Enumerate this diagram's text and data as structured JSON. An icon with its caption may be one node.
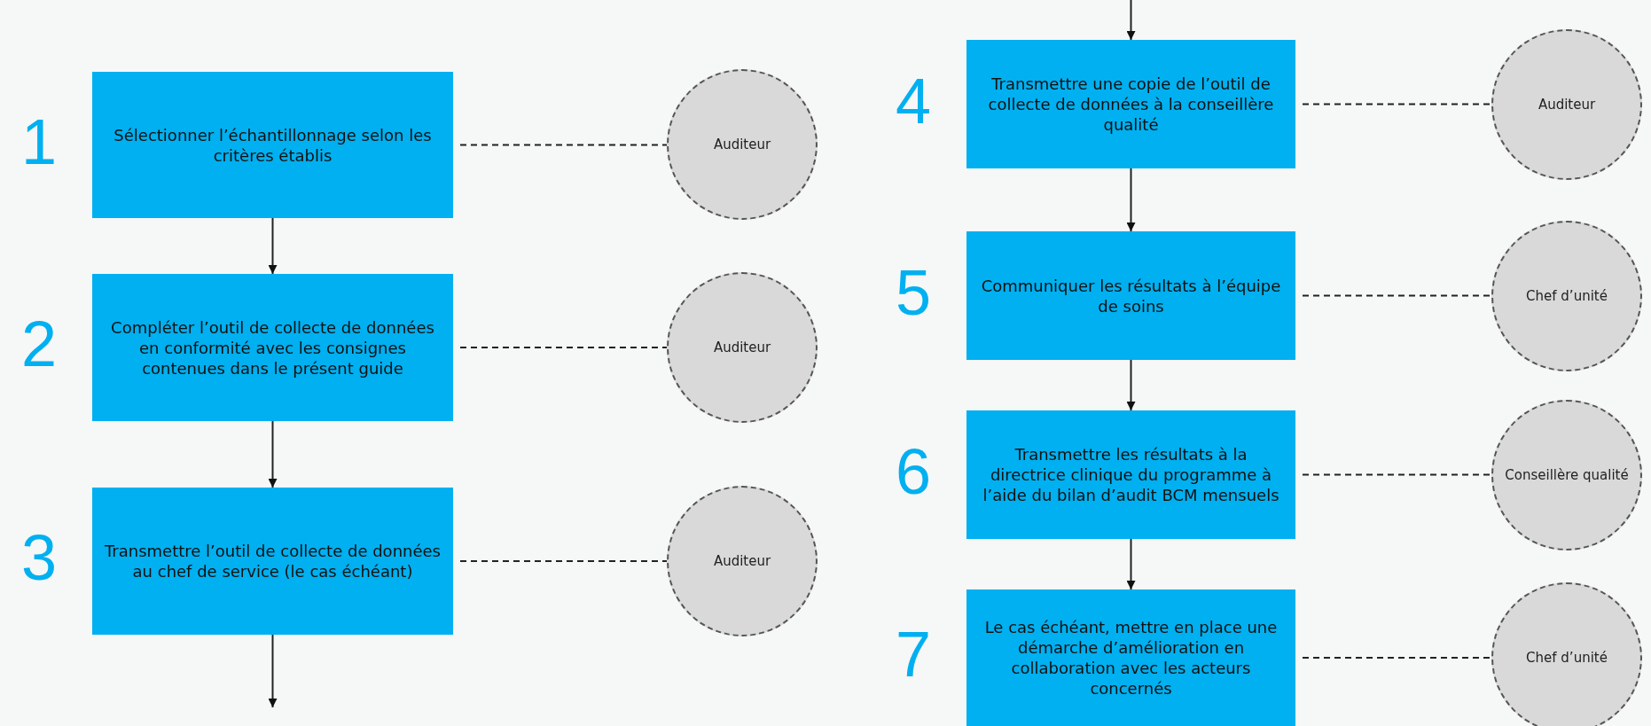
{
  "diagram": {
    "nodes": [
      {
        "text": [
          "Sélectionner l’échantillonnage selon les critères établis"
        ],
        "beside": [
          "1"
        ]
      },
      {
        "text": [
          "Auditeur"
        ]
      },
      {
        "text": [
          "Compléter l’outil de collecte de données en conformité avec les consignes contenues dans le présent guide"
        ],
        "beside": [
          "2"
        ]
      },
      {
        "text": [
          "Auditeur"
        ]
      },
      {
        "text": [
          "Transmettre l’outil de collecte de données au chef de service (le cas échéant)"
        ],
        "beside": [
          "3"
        ]
      },
      {
        "text": [
          "Auditeur"
        ]
      },
      {
        "text": [
          "Transmettre une copie de l’outil de collecte de données à la conseillère qualité"
        ],
        "beside": [
          "4"
        ]
      },
      {
        "text": [
          "Auditeur"
        ]
      },
      {
        "text": [
          "Communiquer les résultats à l’équipe de soins"
        ],
        "beside": [
          "5"
        ]
      },
      {
        "text": [
          "Chef d’unité"
        ]
      },
      {
        "text": [
          "Transmettre les résultats à la directrice clinique du programme à l’aide du bilan d’audit BCM mensuels"
        ],
        "beside": [
          "6"
        ]
      },
      {
        "text": [
          "Conseillère qualité"
        ]
      },
      {
        "text": [
          "Le cas échéant, mettre en place une démarche d’amélioration en collaboration avec les acteurs concernés"
        ],
        "beside": [
          "7"
        ]
      },
      {
        "text": [
          "Chef d’unité"
        ]
      }
    ],
    "edges": [
      {
        "from": 0,
        "to": 2,
        "arrow": "to"
      },
      {
        "from": 2,
        "to": 4,
        "arrow": "to"
      },
      {
        "from": 4,
        "to": null,
        "arrow": "to"
      },
      {
        "from": null,
        "to": 6,
        "arrow": "to"
      },
      {
        "from": 6,
        "to": 8,
        "arrow": "to"
      },
      {
        "from": 8,
        "to": 10,
        "arrow": "to"
      },
      {
        "from": 10,
        "to": 12,
        "arrow": "to"
      },
      {
        "from": 0,
        "to": 1,
        "arrow": "none",
        "style": "dashed"
      },
      {
        "from": 2,
        "to": 3,
        "arrow": "none",
        "style": "dashed"
      },
      {
        "from": 4,
        "to": 5,
        "arrow": "none",
        "style": "dashed"
      },
      {
        "from": 6,
        "to": 7,
        "arrow": "none",
        "style": "dashed"
      },
      {
        "from": 8,
        "to": 9,
        "arrow": "none",
        "style": "dashed"
      },
      {
        "from": 10,
        "to": 11,
        "arrow": "none",
        "style": "dashed"
      },
      {
        "from": 12,
        "to": 13,
        "arrow": "none",
        "style": "dashed"
      }
    ]
  }
}
